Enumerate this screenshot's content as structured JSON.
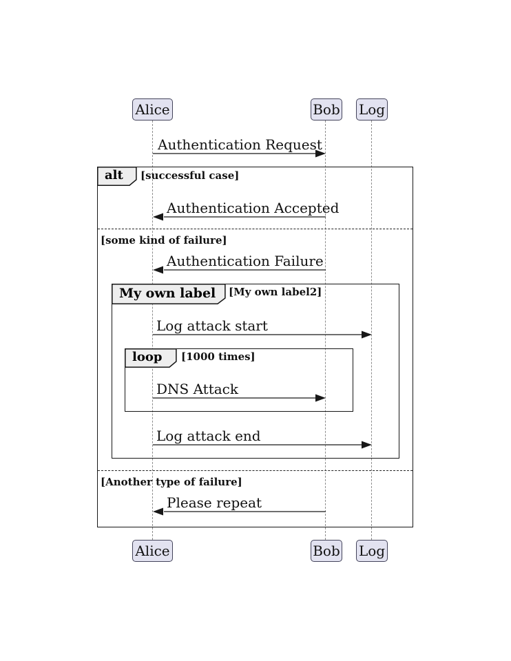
{
  "diagram_type": "uml-sequence-diagram",
  "colors": {
    "background": "#FFFFFF",
    "participant_fill": "#E2E2F0",
    "participant_border": "#43435A",
    "fragment_border": "#151515",
    "fragment_label_fill": "#EEEEEE",
    "message_line": "#181818",
    "lifeline": "#8B8B8B"
  },
  "participants": [
    {
      "name": "Alice"
    },
    {
      "name": "Bob"
    },
    {
      "name": "Log"
    }
  ],
  "messages": [
    {
      "label": "Authentication Request",
      "from": "Alice",
      "to": "Bob"
    },
    {
      "label": "Authentication Accepted",
      "from": "Bob",
      "to": "Alice"
    },
    {
      "label": "Authentication Failure",
      "from": "Bob",
      "to": "Alice"
    },
    {
      "label": "Log attack start",
      "from": "Alice",
      "to": "Log"
    },
    {
      "label": "DNS Attack",
      "from": "Alice",
      "to": "Bob"
    },
    {
      "label": "Log attack end",
      "from": "Alice",
      "to": "Log"
    },
    {
      "label": "Please repeat",
      "from": "Bob",
      "to": "Alice"
    }
  ],
  "fragments": {
    "alt": {
      "operator": "alt",
      "branches": [
        {
          "guard": "[successful case]"
        },
        {
          "guard": "[some kind of failure]"
        },
        {
          "guard": "[Another type of failure]"
        }
      ]
    },
    "group": {
      "operator": "My own label",
      "guard": "[My own label2]"
    },
    "loop": {
      "operator": "loop",
      "guard": "[1000 times]"
    }
  }
}
